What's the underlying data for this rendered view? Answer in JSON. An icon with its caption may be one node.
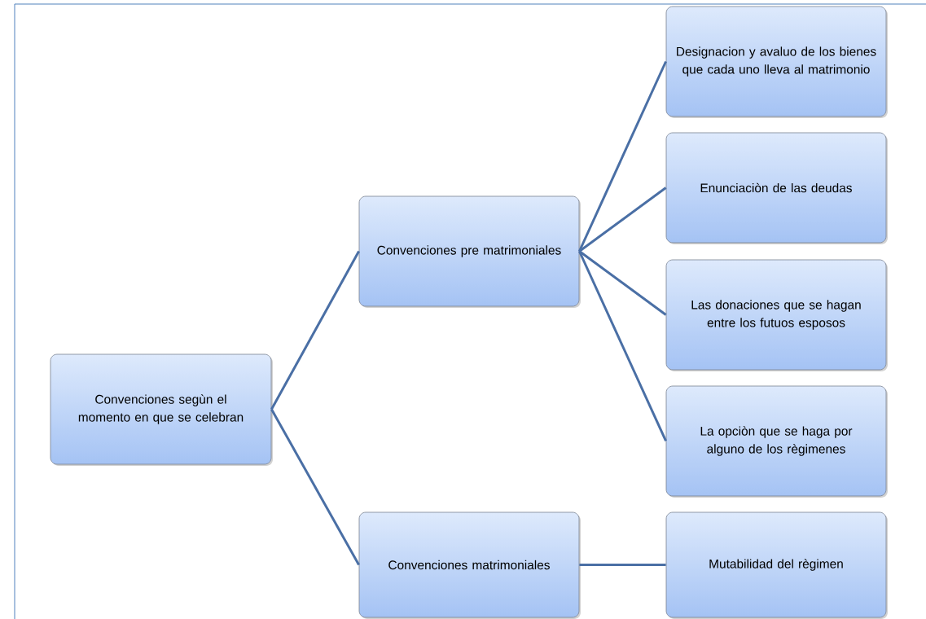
{
  "diagram": {
    "nodes": [
      {
        "text": [
          "Convenciones segùn el momento en que se celebran"
        ]
      },
      {
        "text": [
          "Convenciones pre matrimoniales"
        ]
      },
      {
        "text": [
          "Convenciones matrimoniales"
        ]
      },
      {
        "text": [
          "Designacion y avaluo de los bienes que cada uno lleva al matrimonio"
        ]
      },
      {
        "text": [
          "Enunciaciòn de las deudas"
        ]
      },
      {
        "text": [
          "Las donaciones que se hagan entre los futuos esposos"
        ]
      },
      {
        "text": [
          "La opciòn que se haga por alguno de los règimenes"
        ]
      },
      {
        "text": [
          "Mutabilidad del règimen"
        ]
      }
    ],
    "edges": [
      {
        "from": 0,
        "to": 1,
        "arrow": "none"
      },
      {
        "from": 0,
        "to": 2,
        "arrow": "none"
      },
      {
        "from": 1,
        "to": 3,
        "arrow": "none"
      },
      {
        "from": 1,
        "to": 4,
        "arrow": "none"
      },
      {
        "from": 1,
        "to": 5,
        "arrow": "none"
      },
      {
        "from": 1,
        "to": 6,
        "arrow": "none"
      },
      {
        "from": 2,
        "to": 7,
        "arrow": "none"
      }
    ]
  }
}
